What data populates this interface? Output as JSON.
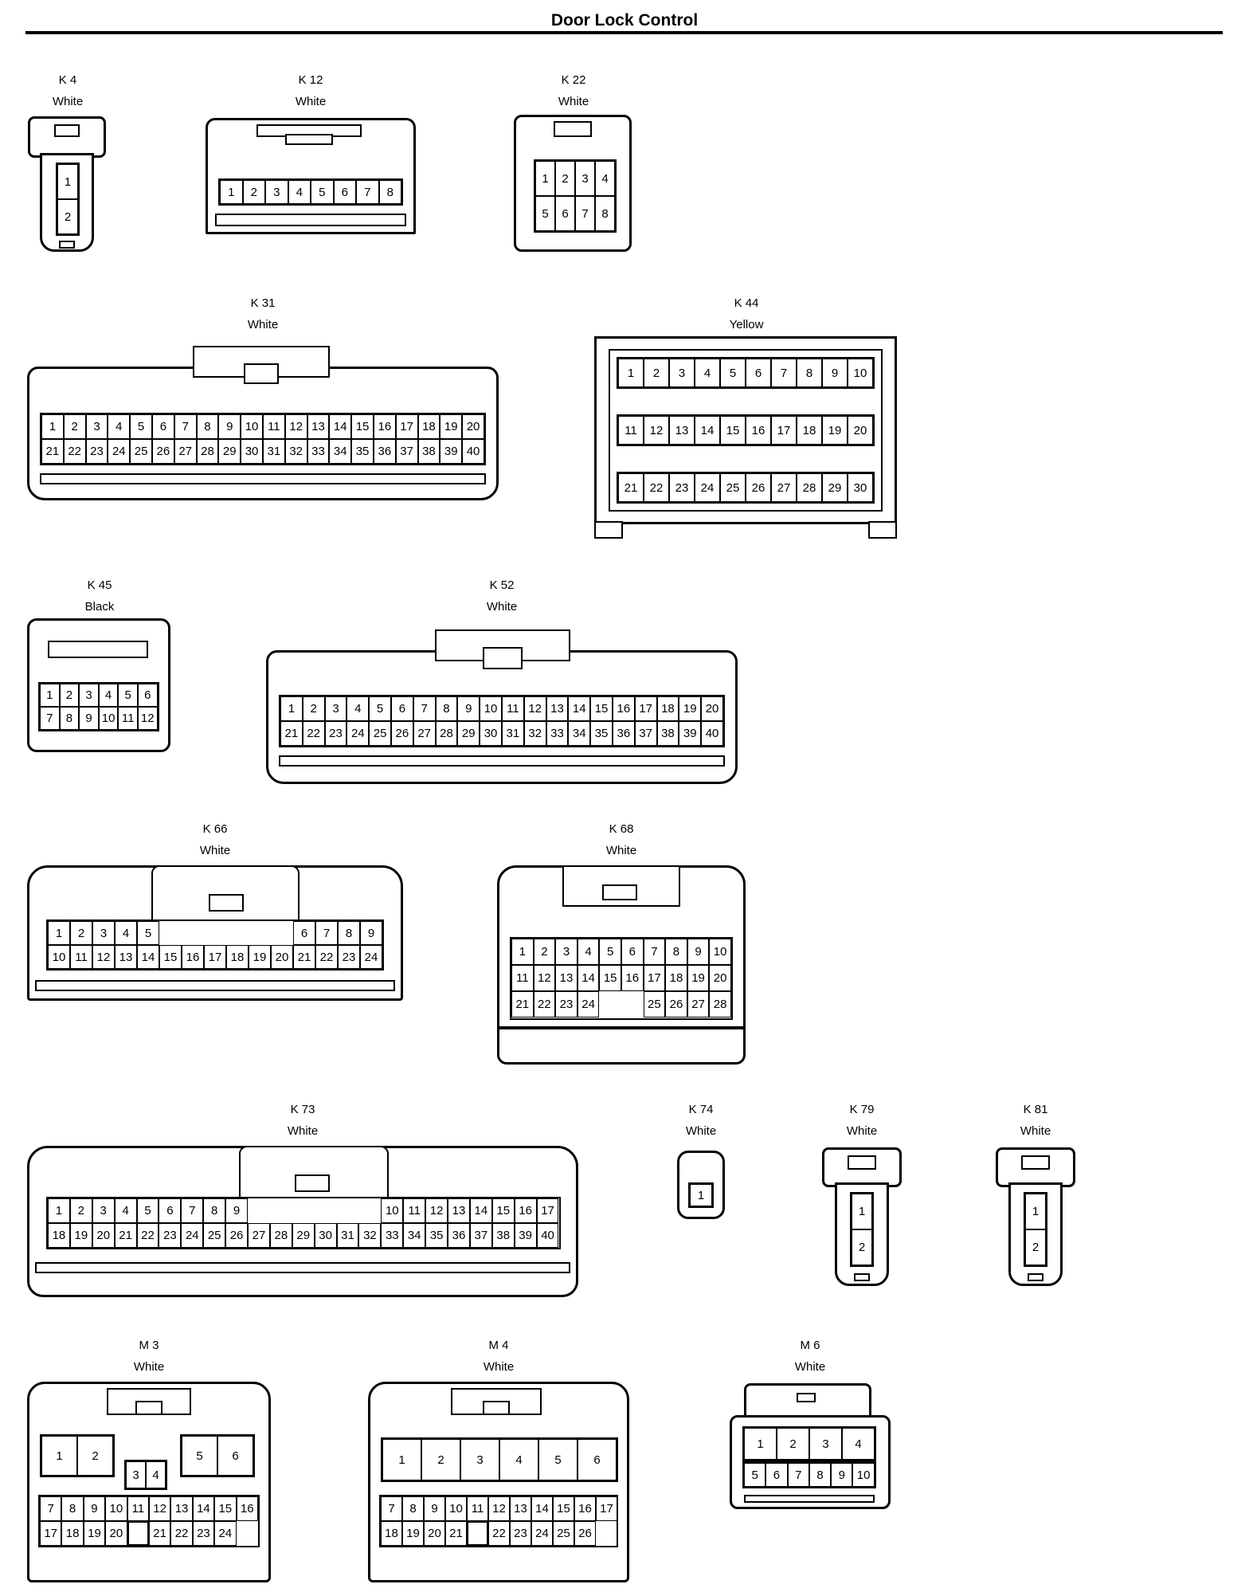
{
  "title": "Door Lock Control",
  "connectors": [
    {
      "id": "K 4",
      "color": "White",
      "rows": [
        [
          "1"
        ],
        [
          "2"
        ]
      ]
    },
    {
      "id": "K 12",
      "color": "White",
      "rows": [
        [
          "1",
          "2",
          "3",
          "4",
          "5",
          "6",
          "7",
          "8"
        ]
      ]
    },
    {
      "id": "K 22",
      "color": "White",
      "rows": [
        [
          "1",
          "2",
          "3",
          "4"
        ],
        [
          "5",
          "6",
          "7",
          "8"
        ]
      ]
    },
    {
      "id": "K 31",
      "color": "White",
      "rows": [
        [
          "1",
          "2",
          "3",
          "4",
          "5",
          "6",
          "7",
          "8",
          "9",
          "10",
          "11",
          "12",
          "13",
          "14",
          "15",
          "16",
          "17",
          "18",
          "19",
          "20"
        ],
        [
          "21",
          "22",
          "23",
          "24",
          "25",
          "26",
          "27",
          "28",
          "29",
          "30",
          "31",
          "32",
          "33",
          "34",
          "35",
          "36",
          "37",
          "38",
          "39",
          "40"
        ]
      ]
    },
    {
      "id": "K 44",
      "color": "Yellow",
      "rows": [
        [
          "1",
          "2",
          "3",
          "4",
          "5",
          "6",
          "7",
          "8",
          "9",
          "10"
        ],
        [
          "11",
          "12",
          "13",
          "14",
          "15",
          "16",
          "17",
          "18",
          "19",
          "20"
        ],
        [
          "21",
          "22",
          "23",
          "24",
          "25",
          "26",
          "27",
          "28",
          "29",
          "30"
        ]
      ]
    },
    {
      "id": "K 45",
      "color": "Black",
      "rows": [
        [
          "1",
          "2",
          "3",
          "4",
          "5",
          "6"
        ],
        [
          "7",
          "8",
          "9",
          "10",
          "11",
          "12"
        ]
      ]
    },
    {
      "id": "K 52",
      "color": "White",
      "rows": [
        [
          "1",
          "2",
          "3",
          "4",
          "5",
          "6",
          "7",
          "8",
          "9",
          "10",
          "11",
          "12",
          "13",
          "14",
          "15",
          "16",
          "17",
          "18",
          "19",
          "20"
        ],
        [
          "21",
          "22",
          "23",
          "24",
          "25",
          "26",
          "27",
          "28",
          "29",
          "30",
          "31",
          "32",
          "33",
          "34",
          "35",
          "36",
          "37",
          "38",
          "39",
          "40"
        ]
      ]
    },
    {
      "id": "K 66",
      "color": "White",
      "rows": [
        [
          "1",
          "2",
          "3",
          "4",
          "5",
          "",
          "",
          "",
          "",
          "",
          "",
          "6",
          "7",
          "8",
          "9"
        ],
        [
          "10",
          "11",
          "12",
          "13",
          "14",
          "15",
          "16",
          "17",
          "18",
          "19",
          "20",
          "21",
          "22",
          "23",
          "24"
        ]
      ]
    },
    {
      "id": "K 68",
      "color": "White",
      "rows": [
        [
          "1",
          "2",
          "3",
          "4",
          "5",
          "6",
          "7",
          "8",
          "9",
          "10"
        ],
        [
          "11",
          "12",
          "13",
          "14",
          "15",
          "16",
          "17",
          "18",
          "19",
          "20"
        ],
        [
          "21",
          "22",
          "23",
          "24",
          "",
          "",
          "25",
          "26",
          "27",
          "28"
        ]
      ]
    },
    {
      "id": "K 73",
      "color": "White",
      "rows": [
        [
          "1",
          "2",
          "3",
          "4",
          "5",
          "6",
          "7",
          "8",
          "9",
          "",
          "",
          "",
          "",
          "",
          "",
          "",
          "10",
          "11",
          "12",
          "13",
          "14",
          "15",
          "16",
          "17"
        ],
        [
          "18",
          "19",
          "20",
          "21",
          "22",
          "23",
          "24",
          "25",
          "26",
          "27",
          "28",
          "29",
          "30",
          "31",
          "32",
          "33",
          "34",
          "35",
          "36",
          "37",
          "38",
          "39",
          "40"
        ]
      ]
    },
    {
      "id": "K 74",
      "color": "White",
      "rows": [
        [
          "1"
        ]
      ]
    },
    {
      "id": "K 79",
      "color": "White",
      "rows": [
        [
          "1"
        ],
        [
          "2"
        ]
      ]
    },
    {
      "id": "K 81",
      "color": "White",
      "rows": [
        [
          "1"
        ],
        [
          "2"
        ]
      ]
    },
    {
      "id": "M 3",
      "color": "White",
      "big": [
        "1",
        "2",
        "3",
        "4",
        "5",
        "6"
      ],
      "rows": [
        [
          "7",
          "8",
          "9",
          "10",
          "11",
          "12",
          "13",
          "14",
          "15",
          "16"
        ],
        [
          "17",
          "18",
          "19",
          "20",
          "",
          "21",
          "22",
          "23",
          "24"
        ]
      ]
    },
    {
      "id": "M 4",
      "color": "White",
      "big": [
        "1",
        "2",
        "3",
        "4",
        "5",
        "6"
      ],
      "rows": [
        [
          "7",
          "8",
          "9",
          "10",
          "11",
          "12",
          "13",
          "14",
          "15",
          "16",
          "17"
        ],
        [
          "18",
          "19",
          "20",
          "21",
          "",
          "22",
          "23",
          "24",
          "25",
          "26"
        ]
      ]
    },
    {
      "id": "M 6",
      "color": "White",
      "rows": [
        [
          "1",
          "2",
          "3",
          "4"
        ],
        [
          "5",
          "6",
          "7",
          "8",
          "9",
          "10"
        ]
      ]
    }
  ]
}
